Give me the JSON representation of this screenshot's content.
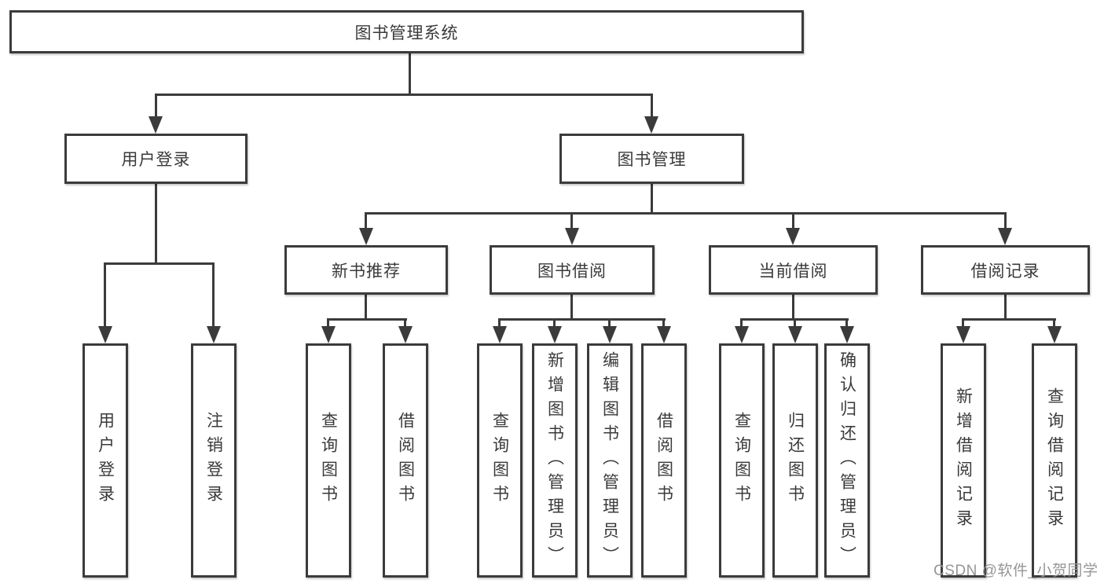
{
  "diagram": {
    "title": "图书管理系统",
    "root": {
      "label": "图书管理系统"
    },
    "level2": [
      {
        "label": "用户登录"
      },
      {
        "label": "图书管理"
      }
    ],
    "level3": [
      {
        "label": "新书推荐"
      },
      {
        "label": "图书借阅"
      },
      {
        "label": "当前借阅"
      },
      {
        "label": "借阅记录"
      }
    ],
    "leaves": [
      {
        "label": "用户登录",
        "parent": "用户登录"
      },
      {
        "label": "注销登录",
        "parent": "用户登录"
      },
      {
        "label": "查询图书",
        "parent": "新书推荐"
      },
      {
        "label": "借阅图书",
        "parent": "新书推荐"
      },
      {
        "label": "查询图书",
        "parent": "图书借阅"
      },
      {
        "label": "新增图书（管理员）",
        "parent": "图书借阅"
      },
      {
        "label": "编辑图书（管理员）",
        "parent": "图书借阅"
      },
      {
        "label": "借阅图书",
        "parent": "图书借阅"
      },
      {
        "label": "查询图书",
        "parent": "当前借阅"
      },
      {
        "label": "归还图书",
        "parent": "当前借阅"
      },
      {
        "label": "确认归还（管理员）",
        "parent": "当前借阅"
      },
      {
        "label": "新增借阅记录",
        "parent": "借阅记录"
      },
      {
        "label": "查询借阅记录",
        "parent": "借阅记录"
      }
    ],
    "colors": {
      "line": "#3b3b3b",
      "text": "#3a3a3a",
      "background": "#ffffff",
      "watermark": "#969696"
    }
  },
  "watermark": {
    "text": "CSDN @软件_小贺同学"
  }
}
